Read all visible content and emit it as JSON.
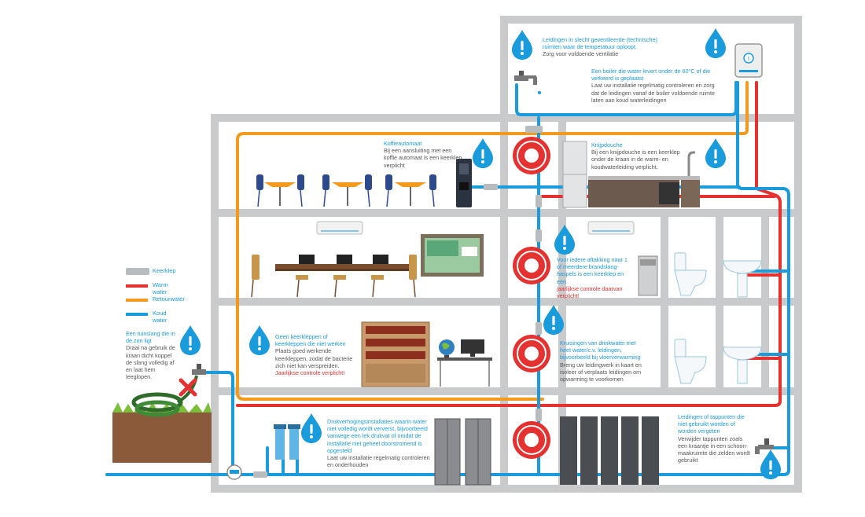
{
  "colors": {
    "wall": "#c9cacc",
    "wall_dark": "#a9abae",
    "cold": "#1a9bdc",
    "warm": "#e5312f",
    "return": "#f39a1e",
    "valve": "#b9bcbe",
    "soil": "#8a5a3b",
    "grass": "#7cbf3a"
  },
  "legend": {
    "valve": "Keerklep",
    "warm": "Warm water",
    "return": "Retourwater",
    "cold": "Koud water"
  },
  "notes": {
    "boiler_room": {
      "heading": "Leidingen in slecht geventileerde (technische) ruimten waar de temperatuur oploopt.",
      "body": "Zorg voor voldoende ventilatie"
    },
    "boiler": {
      "heading": "Een boiler die water levert onder de 60°C of die verkeerd is geplaatst",
      "body": "Laat uw installatie regelmatig controleren en zorg dat de leidingen vanaf de boiler voldoende ruimte laten aan koud waterleidingen"
    },
    "coffee": {
      "heading": "Koffieautomaat",
      "body": "Bij een aansluiting met een koffie automaat is een keerklep verplicht"
    },
    "shower": {
      "heading": "Knijpdouche",
      "body": "Bij een knijpdouche is een keerklep onder de kraan in de warm- en koudwaterleiding verplicht."
    },
    "hose_reel": {
      "heading": "Voor iedere aftakking naar 1 of meerdere brandslang-haspels is een keerklep en een",
      "alert": "jaarlijkse controle daarvan verplicht!"
    },
    "no_valve": {
      "heading": "Geen keerkleppen of keerkleppen die niet werken",
      "body": "Plaats goed werkende keerkleppen, zodat de bacterie zich niet kan verspreiden.",
      "alert": "Jaarlijkse controle verplicht!"
    },
    "crossing": {
      "heading": "Kruisingen van drinkwater met heet water/c.v. leidingen, bijvoorbeeld bij vloerverwarming",
      "body": "Breng uw leidingwerk in kaart en isoleer of verplaats leidingen om opwarming te voorkomen"
    },
    "garden_hose": {
      "heading": "Een tuinslang die in de zon ligt",
      "body": "Draai na gebruik de kraan dicht koppel de slang volledig af en laat hem leeglopen."
    },
    "pressure": {
      "heading": "Drukverhogingsinstallaties waarin water niet volledig wordt ververst, bijvoorbeeld vanwege een lek drukvat of omdat de installatie niet geheel doorstromend is opgesteld",
      "body": "Laat uw installatie regelmatig controleren en onderhouden"
    },
    "taps": {
      "heading": "Leidingen of tappunten die niet gebruikt worden of worden vergeten",
      "body": "Verwijder tappunten zoals een kraantje in een schoon-maakruimte die zelden wordt gebruikt"
    }
  },
  "icons": {
    "info": "water-drop-exclamation-icon",
    "tap": "tap-icon",
    "boiler": "boiler-icon",
    "hose_reel": "fire-hose-reel-icon",
    "forbidden": "red-cross-icon",
    "meter": "water-meter-icon",
    "server": "server-rack-icon",
    "cabinet": "cabinet-icon",
    "toilet": "toilet-icon",
    "sink": "sink-icon",
    "airco": "air-conditioner-icon",
    "coffee_machine": "coffee-machine-icon",
    "copier": "copier-icon",
    "globe": "globe-icon",
    "monitor": "monitor-icon",
    "bookcase": "bookcase-icon",
    "whiteboard": "whiteboard-icon",
    "kitchen": "kitchen-icon",
    "pump": "pump-icon"
  }
}
